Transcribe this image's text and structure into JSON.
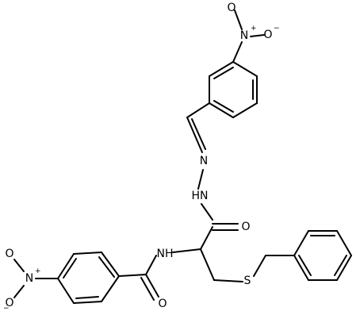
{
  "molecule": {
    "atoms": {
      "o_top": "O",
      "n_top": "N",
      "o_top_right": "O",
      "n_imine": "N",
      "nh_hydrazide": "HN",
      "o_amide_upper": "O",
      "nh_amide": "NH",
      "s_thioether": "S",
      "o_amide_lower": "O",
      "n_left": "N",
      "o_left_top": "O",
      "o_left_bottom": "O"
    },
    "charges": {
      "plus": "+",
      "minus": "−"
    },
    "colors": {
      "bond": "#000000",
      "label": "#000000",
      "background": "#ffffff"
    }
  }
}
